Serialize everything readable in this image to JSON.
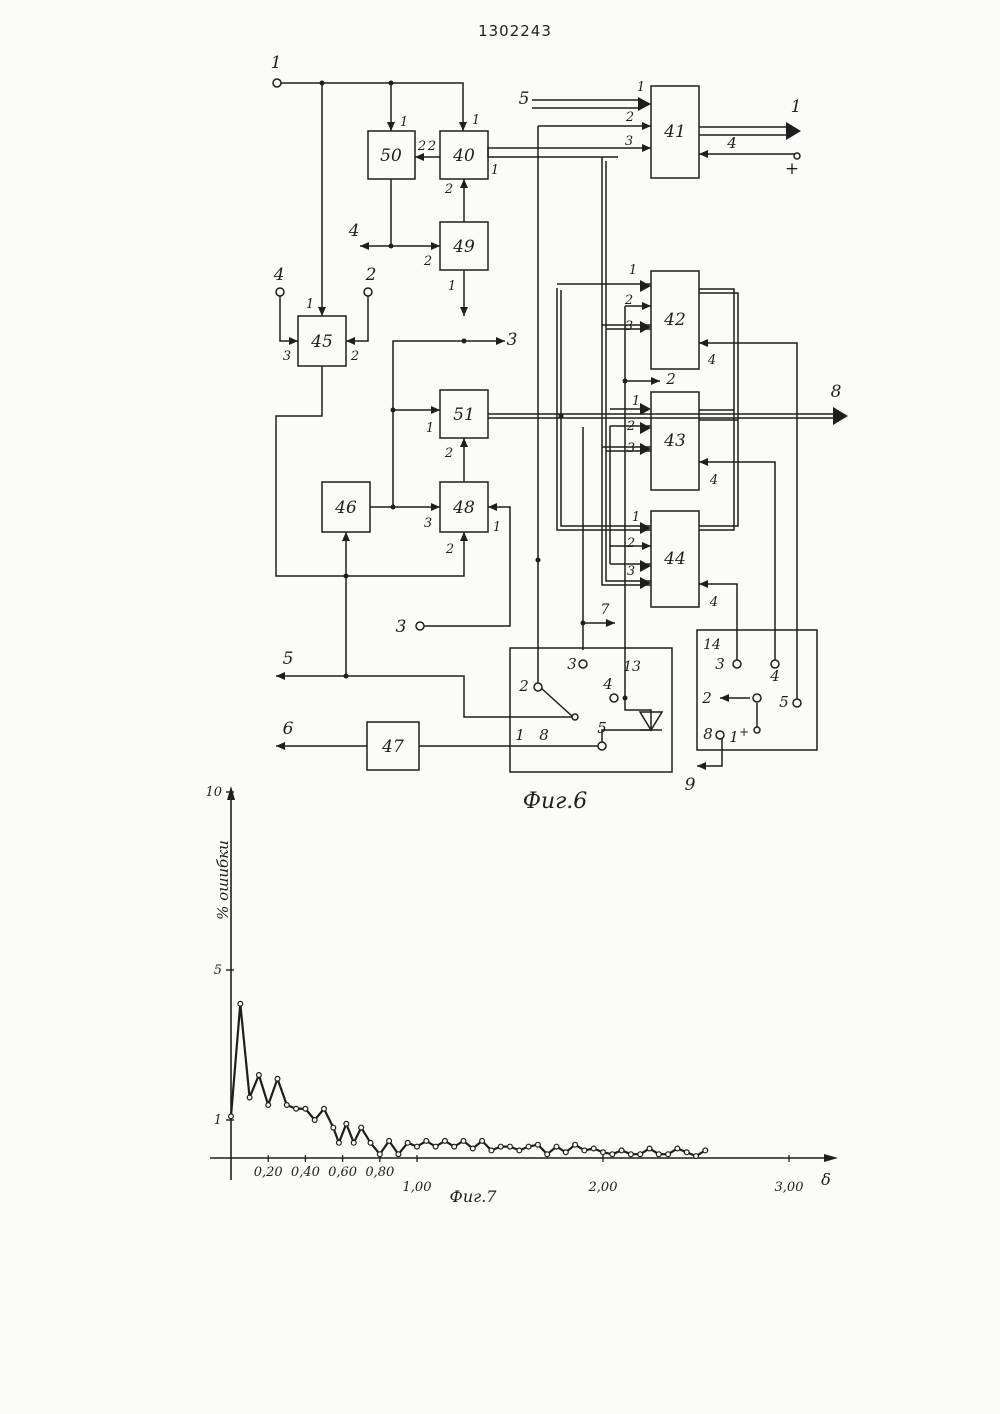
{
  "patent_number": "1302243",
  "figure6": {
    "caption": "Фиг.6",
    "blocks": {
      "b40": "40",
      "b41": "41",
      "b42": "42",
      "b43": "43",
      "b44": "44",
      "b45": "45",
      "b46": "46",
      "b47": "47",
      "b48": "48",
      "b49": "49",
      "b50": "50",
      "b51": "51",
      "b13": "13",
      "b14": "14"
    },
    "terminals": {
      "in1": "1",
      "in5": "5",
      "in4_45": "4",
      "in2_45": "2",
      "in4_49": "4",
      "out3": "3",
      "in3_48": "3",
      "out5": "5",
      "out6": "6",
      "out1_41": "1",
      "in4_41": "4",
      "plus_41": "+",
      "out8": "8",
      "out7": "7",
      "out2": "2",
      "out9": "9"
    },
    "pins": {
      "p50_1": "1",
      "p50_2": "2",
      "p40_1a": "1",
      "p40_2a": "2",
      "p40_2b": "2",
      "p40_1b": "1",
      "p49_1": "1",
      "p49_2": "2",
      "p45_1": "1",
      "p45_3": "3",
      "p45_2": "2",
      "p51_1": "1",
      "p51_2": "2",
      "p48_3": "3",
      "p48_2": "2",
      "p48_1": "1",
      "p41_1": "1",
      "p41_2": "2",
      "p41_3": "3",
      "p41_4": "4",
      "p42_1": "1",
      "p42_2": "2",
      "p42_3": "3",
      "p42_4": "4",
      "p43_1": "1",
      "p43_2": "2",
      "p43_3": "3",
      "p43_4": "4",
      "p44_1": "1",
      "p44_2": "2",
      "p44_3": "3",
      "p44_4": "4",
      "s13_2": "2",
      "s13_3": "3",
      "s13_4": "4",
      "s13_5": "5",
      "s13_1": "1",
      "s13_8": "8",
      "s14_3": "3",
      "s14_4": "4",
      "s14_2": "2",
      "s14_5": "5",
      "s14_8": "8",
      "s14_1": "1",
      "s14_plus": "+"
    }
  },
  "figure7": {
    "caption": "Фиг.7",
    "ylabel": "% ошибки",
    "xlabel": "δ",
    "y_ticks": [
      "10",
      "5",
      "1"
    ],
    "x_ticks": [
      "0,20",
      "0,40",
      "0,60",
      "0,80",
      "1,00",
      "2,00",
      "3,00"
    ]
  },
  "chart_data": {
    "type": "line",
    "xlabel": "δ",
    "ylabel": "% ошибки",
    "xlim": [
      0,
      3.2
    ],
    "ylim": [
      0,
      10
    ],
    "y_tick_values": [
      1,
      5,
      10
    ],
    "x_tick_values": [
      0.2,
      0.4,
      0.6,
      0.8,
      1.0,
      2.0,
      3.0
    ],
    "series": [
      {
        "x": [
          0.0,
          0.05,
          0.1,
          0.15,
          0.2,
          0.25,
          0.3,
          0.35,
          0.4,
          0.45,
          0.5,
          0.55,
          0.58,
          0.62,
          0.66,
          0.7,
          0.75,
          0.8,
          0.85,
          0.9,
          0.95,
          1.0,
          1.05,
          1.1,
          1.15,
          1.2,
          1.25,
          1.3,
          1.35,
          1.4,
          1.45,
          1.5,
          1.55,
          1.6,
          1.65,
          1.7,
          1.75,
          1.8,
          1.85,
          1.9,
          1.95,
          2.0,
          2.05,
          2.1,
          2.15,
          2.2,
          2.25,
          2.3,
          2.35,
          2.4,
          2.45,
          2.5,
          2.55
        ],
        "y": [
          1.1,
          4.1,
          1.6,
          2.2,
          1.4,
          2.1,
          1.4,
          1.3,
          1.3,
          1.0,
          1.3,
          0.8,
          0.4,
          0.9,
          0.4,
          0.8,
          0.4,
          0.1,
          0.45,
          0.1,
          0.4,
          0.3,
          0.45,
          0.3,
          0.45,
          0.3,
          0.45,
          0.25,
          0.45,
          0.2,
          0.3,
          0.3,
          0.2,
          0.3,
          0.35,
          0.1,
          0.3,
          0.15,
          0.35,
          0.2,
          0.25,
          0.15,
          0.1,
          0.2,
          0.1,
          0.1,
          0.25,
          0.1,
          0.1,
          0.25,
          0.15,
          0.05,
          0.2
        ]
      }
    ]
  }
}
